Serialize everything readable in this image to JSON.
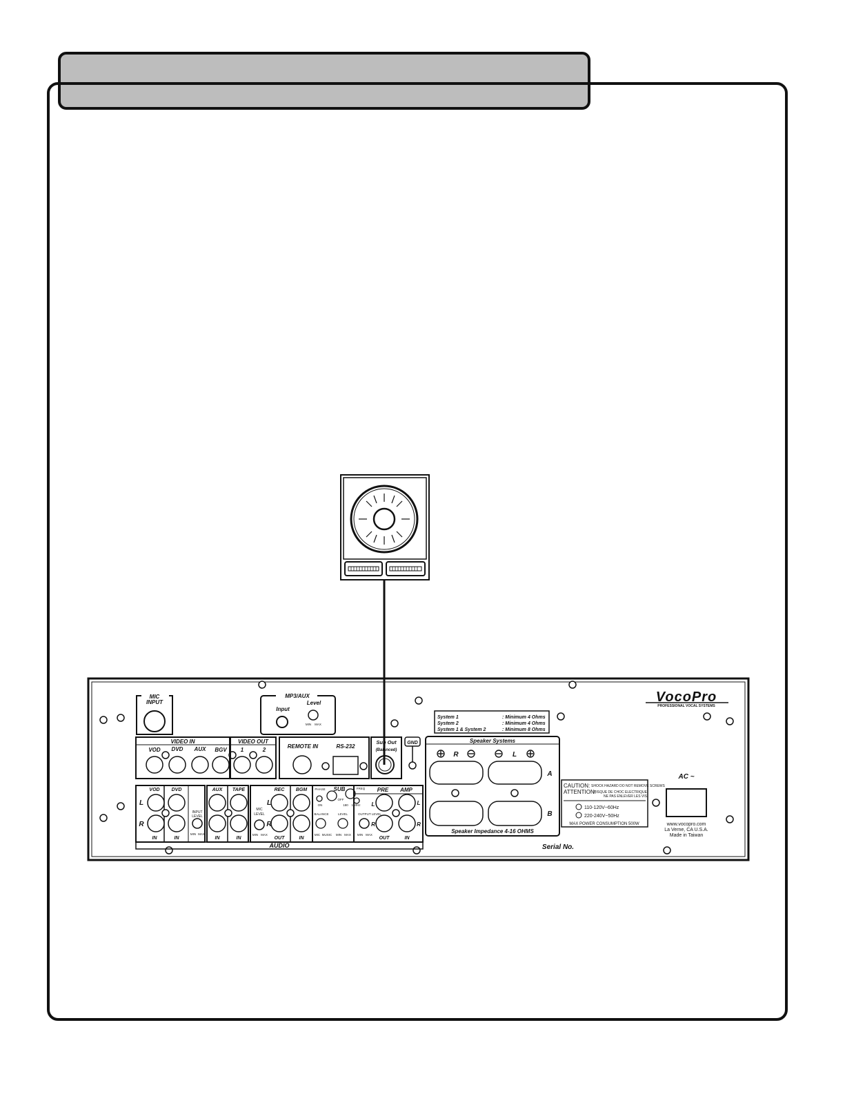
{
  "panel": {
    "mic": {
      "title": "MIC",
      "input": "INPUT"
    },
    "mp3aux": {
      "title": "MP3/AUX",
      "input": "Input",
      "level": "Level",
      "min": "MIN",
      "max": "MAX"
    },
    "video_in": {
      "title": "VIDEO IN",
      "vod": "VOD",
      "dvd": "DVD",
      "aux": "AUX",
      "bgv": "BGV"
    },
    "video_out": {
      "title": "VIDEO OUT",
      "one": "1",
      "two": "2"
    },
    "remote_in": "REMOTE IN",
    "rs232": "RS-232",
    "sub_out": {
      "title": "Sub Out",
      "note": "(Balanced)"
    },
    "gnd": "GND",
    "system_table": [
      {
        "name": "System 1",
        "value": ": Minimum 4 Ohms"
      },
      {
        "name": "System 2",
        "value": ": Minimum 4 Ohms"
      },
      {
        "name": "System 1 & System 2",
        "value": ": Minimum 8 Ohms"
      }
    ],
    "speaker_systems": {
      "title": "Speaker Systems",
      "r": "R",
      "l": "L",
      "a": "A",
      "b": "B",
      "impedance": "Speaker Impedance 4-16 OHMS"
    },
    "audio": {
      "vod": "VOD",
      "dvd": "DVD",
      "aux": "AUX",
      "tape": "TAPE",
      "rec": "REC",
      "bgm": "BGM",
      "l": "L",
      "r": "R",
      "in": "IN",
      "out": "OUT",
      "input_level": "INPUT",
      "input_level2": "LEVEL",
      "mic_level": "MIC",
      "mic_level2": "LEVEL",
      "min": "MIN",
      "max": "MAX",
      "audio_label": "AUDIO"
    },
    "sub": {
      "title": "SUB",
      "phase": "PHASE",
      "freq": "FREQ",
      "on": "ON",
      "off": "OFF",
      "deg": "180",
      "hz": "150Hz",
      "balance": "BALANCE",
      "level": "LEVEL",
      "mic": "MIC",
      "music": "MUSIC",
      "min": "MIN",
      "max": "MAX"
    },
    "pre_amp": {
      "pre": "PRE",
      "amp": "AMP",
      "l": "L",
      "r": "R",
      "output_level": "OUTPUT LEVEL",
      "out": "OUT",
      "in": "IN",
      "min": "MIN",
      "max": "MAX"
    },
    "caution": {
      "caution": "CAUTION:",
      "caution_text": "SHOCK HAZARD  DO NOT REMOVE SCREWS",
      "attention": "ATTENTION:",
      "attention_text": "RISQUE DE CHOC ELECTRIQUE,",
      "attention_text2": "NE PAS ENLEVER LES VIS.",
      "v1": "110-120V~60Hz",
      "v2": "220-240V~50Hz",
      "power": "MAX POWER CONSUMPTION 500W"
    },
    "serial": "Serial No.",
    "ac": "AC ~",
    "brand": {
      "logo": "VocoPro",
      "tagline": "PROFESSIONAL VOCAL SYSTEMS",
      "web": "www.vocopro.com",
      "city": "La Verne, CA U.S.A.",
      "made": "Made in Taiwan"
    }
  }
}
